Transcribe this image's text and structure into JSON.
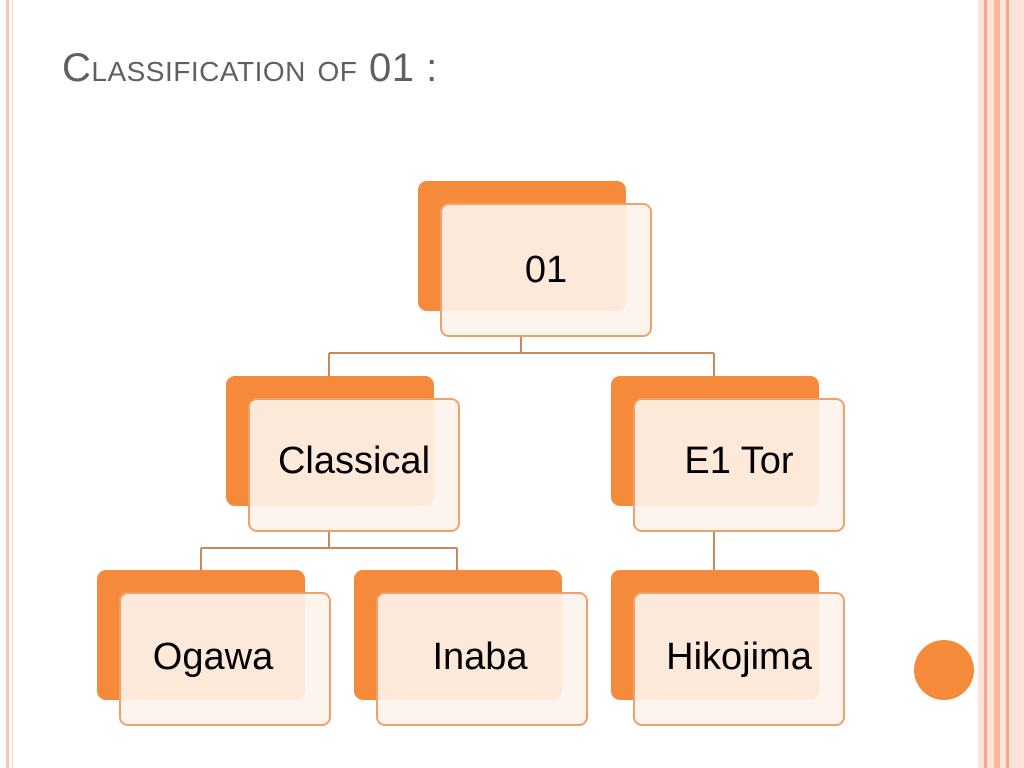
{
  "slide": {
    "title": "Classification of 01 :"
  },
  "tree": {
    "root": "01",
    "children": [
      {
        "label": "Classical",
        "children": [
          {
            "label": "Ogawa"
          },
          {
            "label": "Inaba"
          }
        ]
      },
      {
        "label": "E1 Tor",
        "children": [
          {
            "label": "Hikojima"
          }
        ]
      }
    ]
  },
  "colors": {
    "accent": "#f58b3a",
    "box_fill": "#fef3ec",
    "box_border": "#f0a06a",
    "title": "#5f6062",
    "connector": "#c88a5a"
  }
}
